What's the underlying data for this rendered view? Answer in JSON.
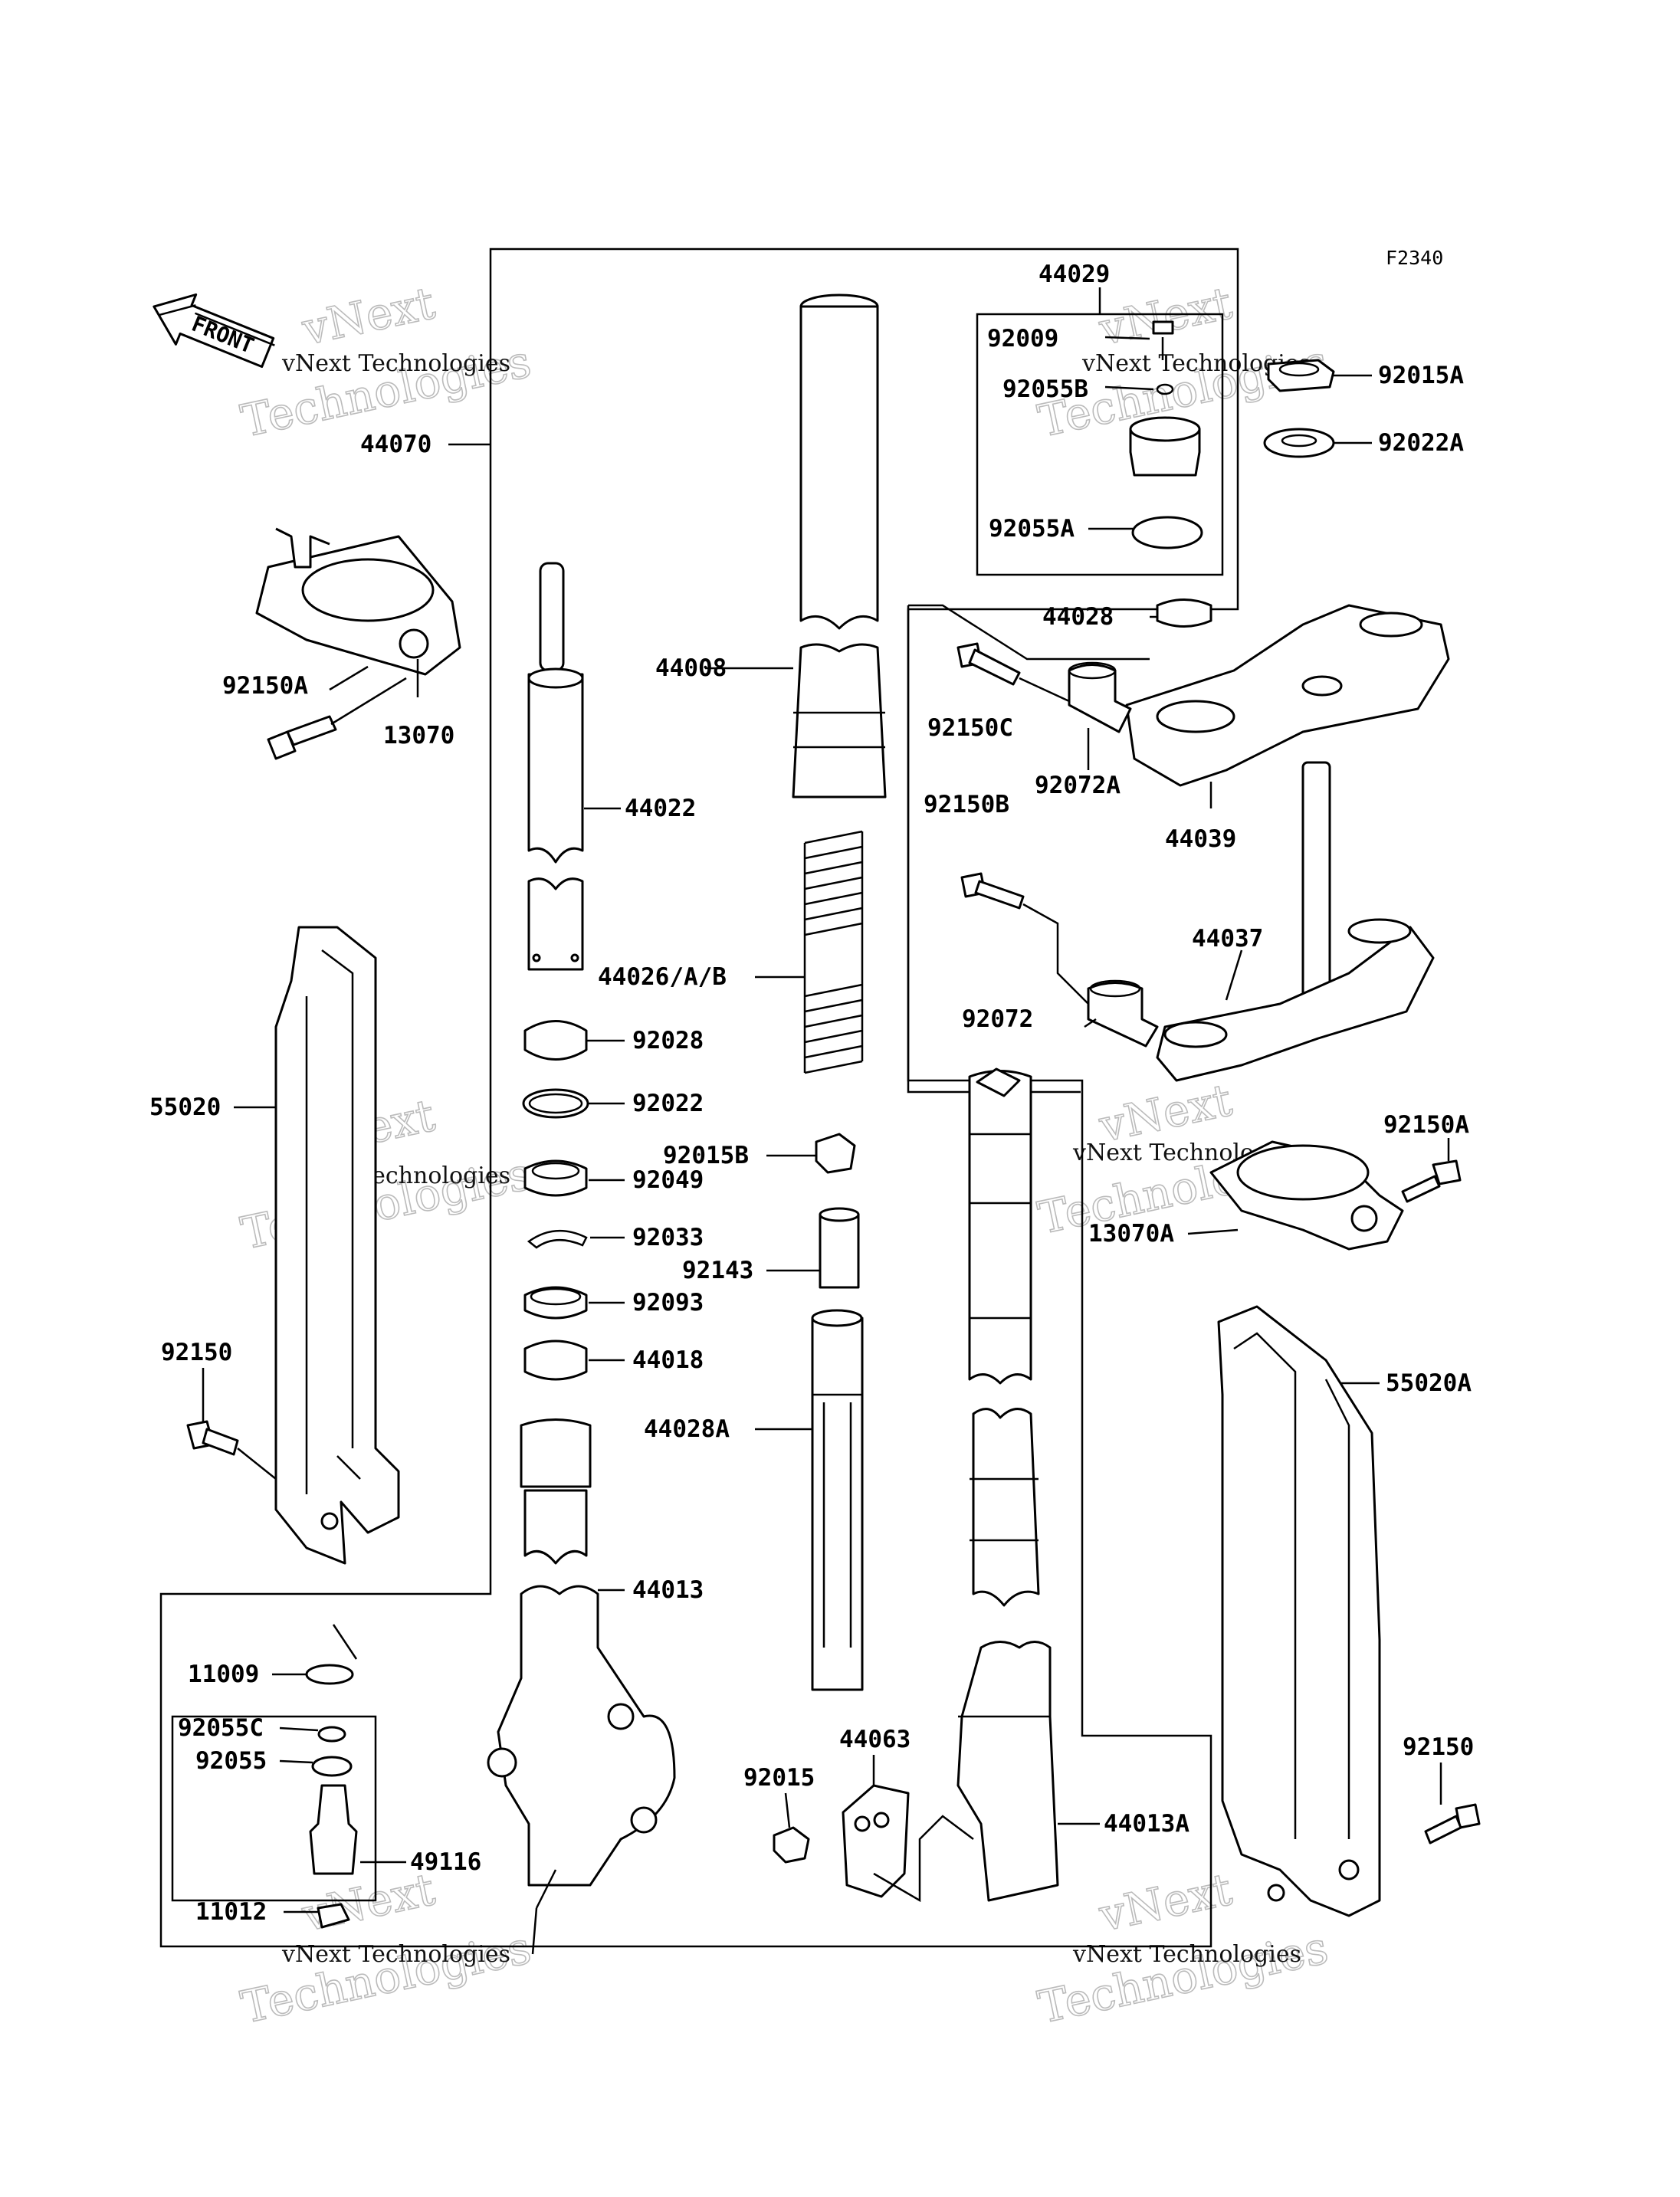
{
  "diagram_code": "F2340",
  "front_label": "FRONT",
  "watermark": {
    "company": "vNext Technologies",
    "word1": "vNext",
    "word2": "Technologies"
  },
  "labels": {
    "p44029": "44029",
    "p92009": "92009",
    "p92055B": "92055B",
    "p92055A": "92055A",
    "p92015A": "92015A",
    "p92022A": "92022A",
    "p44028": "44028",
    "p44070": "44070",
    "p92150A_left": "92150A",
    "p13070": "13070",
    "p44008": "44008",
    "p44022": "44022",
    "p92150C": "92150C",
    "p92072A": "92072A",
    "p44039": "44039",
    "p92150B": "92150B",
    "p44037": "44037",
    "p44026": "44026/A/B",
    "p92072": "92072",
    "p92028": "92028",
    "p92022": "92022",
    "p92015B": "92015B",
    "p92049": "92049",
    "p92150A_right": "92150A",
    "p13070A": "13070A",
    "p92033": "92033",
    "p92143": "92143",
    "p92093": "92093",
    "p55020": "55020",
    "p44018": "44018",
    "p55020A": "55020A",
    "p92150_left": "92150",
    "p44028A": "44028A",
    "p44013": "44013",
    "p11009": "11009",
    "p92055C": "92055C",
    "p92055": "92055",
    "p92015": "92015",
    "p44063": "44063",
    "p92150_right": "92150",
    "p44013A": "44013A",
    "p49116": "49116",
    "p11012": "11012"
  }
}
